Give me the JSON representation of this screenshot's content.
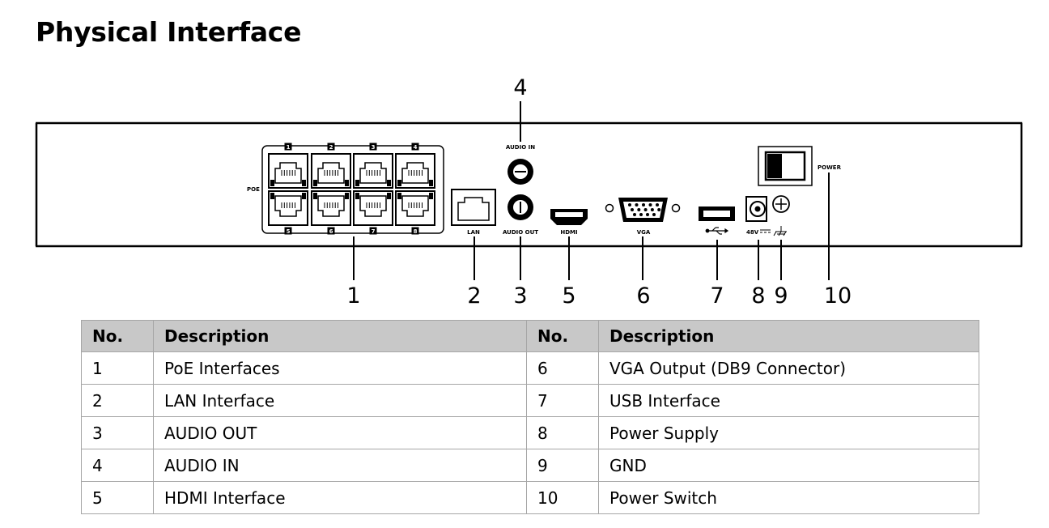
{
  "title": "Physical Interface",
  "panel_labels": {
    "poe": "POE",
    "lan": "LAN",
    "audio_in": "AUDIO IN",
    "audio_out": "AUDIO OUT",
    "hdmi": "HDMI",
    "vga": "VGA",
    "dc": "48V",
    "power": "POWER",
    "port_numbers": [
      "1",
      "2",
      "3",
      "4",
      "5",
      "6",
      "7",
      "8"
    ]
  },
  "callouts": [
    "1",
    "2",
    "3",
    "4",
    "5",
    "6",
    "7",
    "8",
    "9",
    "10"
  ],
  "table": {
    "headers": [
      "No.",
      "Description",
      "No.",
      "Description"
    ],
    "rows": [
      [
        "1",
        "PoE Interfaces",
        "6",
        "VGA Output (DB9 Connector)"
      ],
      [
        "2",
        "LAN Interface",
        "7",
        "USB Interface"
      ],
      [
        "3",
        "AUDIO OUT",
        "8",
        "Power Supply"
      ],
      [
        "4",
        "AUDIO IN",
        "9",
        "GND"
      ],
      [
        "5",
        "HDMI Interface",
        "10",
        "Power Switch"
      ]
    ]
  }
}
